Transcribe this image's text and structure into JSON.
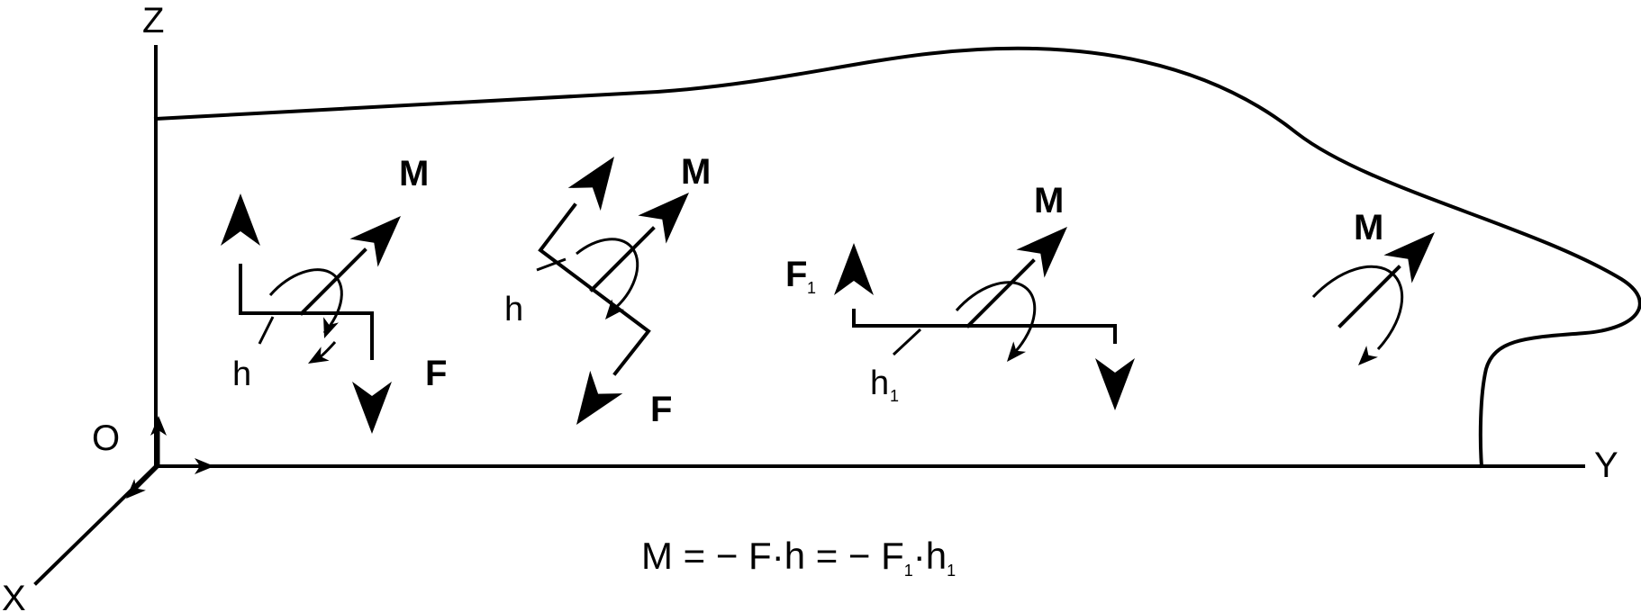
{
  "axes": {
    "z": "Z",
    "y": "Y",
    "x": "X",
    "origin": "O"
  },
  "labels": {
    "moment": "M",
    "force": "F",
    "force_1": "F",
    "force_1_sub": "1",
    "arm": "h",
    "arm_1": "h",
    "arm_1_sub": "1"
  },
  "equation": {
    "p1": "M = − F·h = − F",
    "sub1": "1",
    "p2": "·h",
    "sub2": "1"
  },
  "colors": {
    "ink": "#000000",
    "background": "#ffffff"
  }
}
